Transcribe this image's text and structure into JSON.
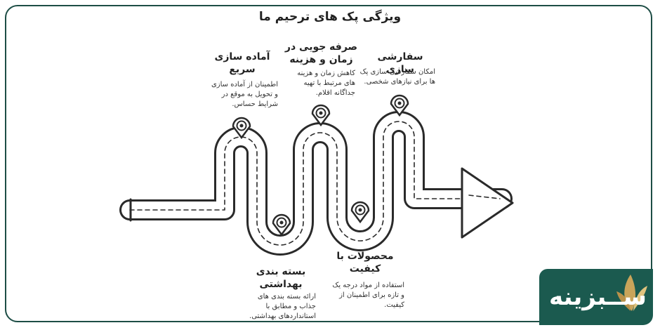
{
  "title": "ویژگی پک های ترحیم ما",
  "features": [
    {
      "title": "آماده سازی سریع",
      "desc": "اطمینان از آماده سازی و تحویل به موقع در شرایط حساس."
    },
    {
      "title": "بسته بندی بهداشتی",
      "desc": "ارائه بسته بندی های جذاب و مطابق با استانداردهای بهداشتی."
    },
    {
      "title": "صرفه جویی در زمان و هزینه",
      "desc": "کاهش زمان و هزینه های مرتبط با تهیه جداگانه اقلام."
    },
    {
      "title": "محصولات با کیفیت",
      "desc": "استفاده از مواد درجه یک و تازه برای اطمینان از کیفیت."
    },
    {
      "title": "سفارشی سازی",
      "desc": "امکان سفارشی سازی پک ها برای نیازهای شخصی."
    }
  ],
  "logo": {
    "text": "ســبزینه"
  },
  "colors": {
    "brand": "#1b5a4f",
    "leaf": "#c9a45a",
    "stroke": "#2a2a2a"
  }
}
